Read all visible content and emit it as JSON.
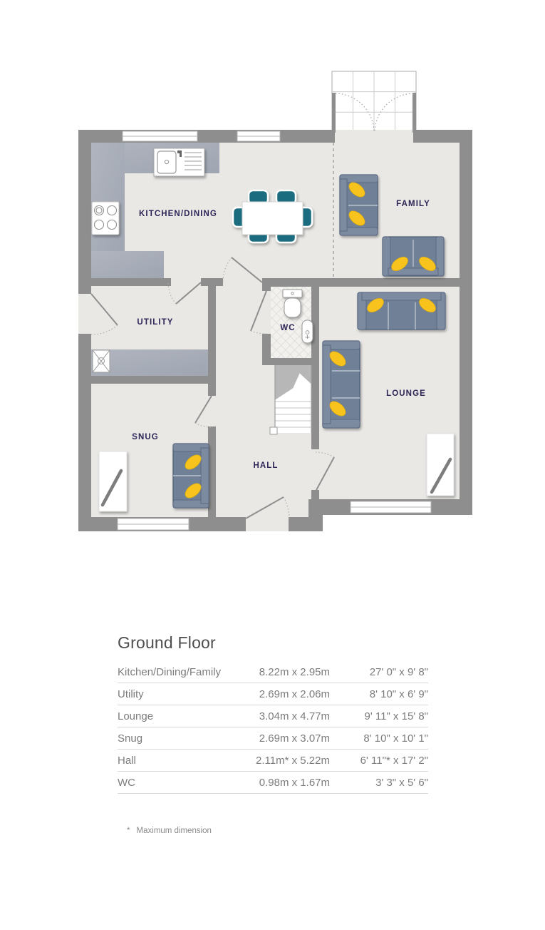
{
  "floor_plan": {
    "rooms": [
      {
        "key": "kitchen_dining",
        "label": "KITCHEN/DINING"
      },
      {
        "key": "family",
        "label": "FAMILY"
      },
      {
        "key": "utility",
        "label": "UTILITY"
      },
      {
        "key": "wc",
        "label": "WC"
      },
      {
        "key": "lounge",
        "label": "LOUNGE"
      },
      {
        "key": "snug",
        "label": "SNUG"
      },
      {
        "key": "hall",
        "label": "HALL"
      }
    ],
    "colors": {
      "wall": "#8e8e8e",
      "floor": "#e9e8e5",
      "counter": "#a7acb6",
      "room_label": "#2e2657",
      "sofa_body": "#6f8096",
      "cushion_yellow": "#f7c31b",
      "chair_teal": "#1b6c80"
    }
  },
  "dimensions_table": {
    "title": "Ground Floor",
    "rows": [
      {
        "room": "Kitchen/Dining/Family",
        "metric": "8.22m x 2.95m",
        "imperial": "27' 0\" x 9' 8\""
      },
      {
        "room": "Utility",
        "metric": "2.69m x 2.06m",
        "imperial": "8' 10\" x 6' 9\""
      },
      {
        "room": "Lounge",
        "metric": "3.04m x 4.77m",
        "imperial": "9' 11\" x 15' 8\""
      },
      {
        "room": "Snug",
        "metric": "2.69m x 3.07m",
        "imperial": "8' 10\" x 10' 1\""
      },
      {
        "room": "Hall",
        "metric": "2.11m* x 5.22m",
        "imperial": "6' 11\"* x 17' 2\""
      },
      {
        "room": "WC",
        "metric": "0.98m x 1.67m",
        "imperial": "3' 3\" x 5' 6\""
      }
    ],
    "footnote_marker": "*",
    "footnote_text": "Maximum dimension"
  }
}
